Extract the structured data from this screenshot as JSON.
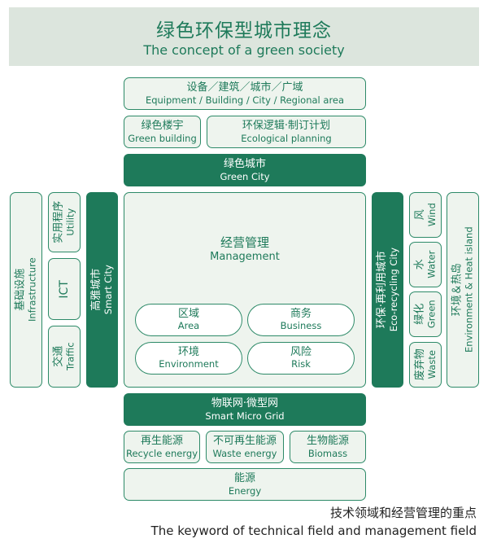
{
  "header": {
    "title_cn": "绿色环保型城市理念",
    "title_en": "The concept of a green society"
  },
  "top": {
    "equipment": {
      "cn": "设备／建筑／城市／广域",
      "en": "Equipment / Building / City / Regional area"
    },
    "green_building": {
      "cn": "绿色楼宇",
      "en": "Green building"
    },
    "eco_planning": {
      "cn": "环保逻辑·制订计划",
      "en": "Ecological planning"
    },
    "green_city": {
      "cn": "绿色城市",
      "en": "Green City"
    }
  },
  "left": {
    "infrastructure": {
      "cn": "基础设施",
      "en": "Infrastructure"
    },
    "utility": {
      "cn": "实用程序",
      "en": "Utility"
    },
    "ict": {
      "cn": "ICT"
    },
    "traffic": {
      "cn": "交通",
      "en": "Traffic"
    },
    "smart_city": {
      "cn": "高雅城市",
      "en": "Smart City"
    }
  },
  "center": {
    "management": {
      "cn": "经营管理",
      "en": "Management"
    },
    "area": {
      "cn": "区域",
      "en": "Area"
    },
    "business": {
      "cn": "商务",
      "en": "Business"
    },
    "environment": {
      "cn": "环境",
      "en": "Environment"
    },
    "risk": {
      "cn": "风险",
      "en": "Risk"
    }
  },
  "right": {
    "eco_recycling": {
      "cn": "环保·再利用城市",
      "en": "Eco-recycling City"
    },
    "wind": {
      "cn": "风",
      "en": "Wind"
    },
    "water": {
      "cn": "水",
      "en": "Water"
    },
    "green": {
      "cn": "绿化",
      "en": "Green"
    },
    "waste": {
      "cn": "废弃物",
      "en": "Waste"
    },
    "env_heat": {
      "cn": "环境＆热岛",
      "en": "Environment & Heat island"
    }
  },
  "bottom": {
    "micro_grid": {
      "cn": "物联网·微型网",
      "en": "Smart Micro Grid"
    },
    "recycle_energy": {
      "cn": "再生能源",
      "en": "Recycle energy"
    },
    "waste_energy": {
      "cn": "不可再生能源",
      "en": "Waste energy"
    },
    "biomass": {
      "cn": "生物能源",
      "en": "Biomass"
    },
    "energy": {
      "cn": "能源",
      "en": "Energy"
    }
  },
  "footer": {
    "caption_cn": "技术领域和经营管理的重点",
    "caption_en": "The keyword of technical field and management field"
  }
}
